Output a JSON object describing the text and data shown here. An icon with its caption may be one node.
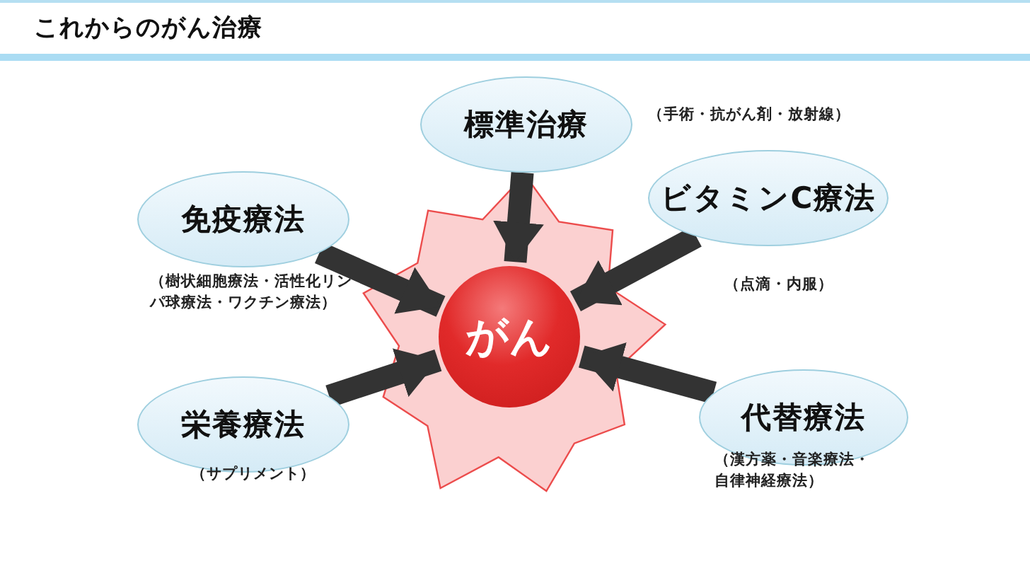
{
  "diagram": {
    "title": "これからのがん治療",
    "nodes": [
      {
        "text": [
          "標準治療"
        ],
        "beside": [
          "（手術・抗がん剤・放射線）"
        ]
      },
      {
        "text": [
          "免疫療法"
        ],
        "beside": [
          "（樹状細胞療法・活性化リンパ球療法・ワクチン療法）"
        ]
      },
      {
        "text": [
          "ビタミンC療法"
        ],
        "beside": [
          "（点滴・内服）"
        ]
      },
      {
        "text": [
          "がん"
        ]
      },
      {
        "text": [
          "栄養療法"
        ],
        "beside": [
          "（サプリメント）"
        ]
      },
      {
        "text": [
          "代替療法"
        ],
        "beside": [
          "（漢方薬・音楽療法・自律神経療法）"
        ]
      }
    ],
    "edges": [
      {
        "from": 0,
        "to": 3,
        "arrow": "to"
      },
      {
        "from": 1,
        "to": 3,
        "arrow": "to"
      },
      {
        "from": 2,
        "to": 3,
        "arrow": "to"
      },
      {
        "from": 4,
        "to": 3,
        "arrow": "to"
      },
      {
        "from": 5,
        "to": 3,
        "arrow": "to"
      }
    ]
  }
}
